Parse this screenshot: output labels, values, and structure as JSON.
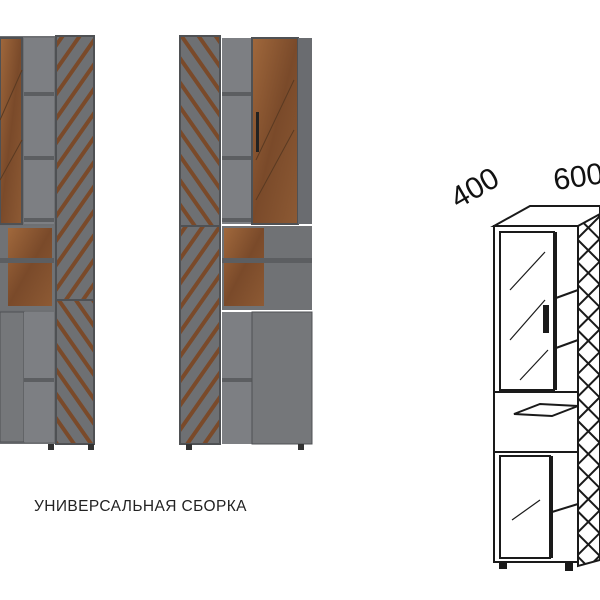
{
  "caption": "УНИВЕРСАЛЬНАЯ СБОРКА",
  "dimensions": {
    "depth": "400",
    "width": "600"
  },
  "colors": {
    "frame": "#6e7073",
    "frame_dark": "#4f5154",
    "frame_light": "#8a8c90",
    "wood": "#7a4a2a",
    "wood_light": "#a0683c",
    "glass": "#9a7456",
    "line": "#1a1a1a"
  }
}
